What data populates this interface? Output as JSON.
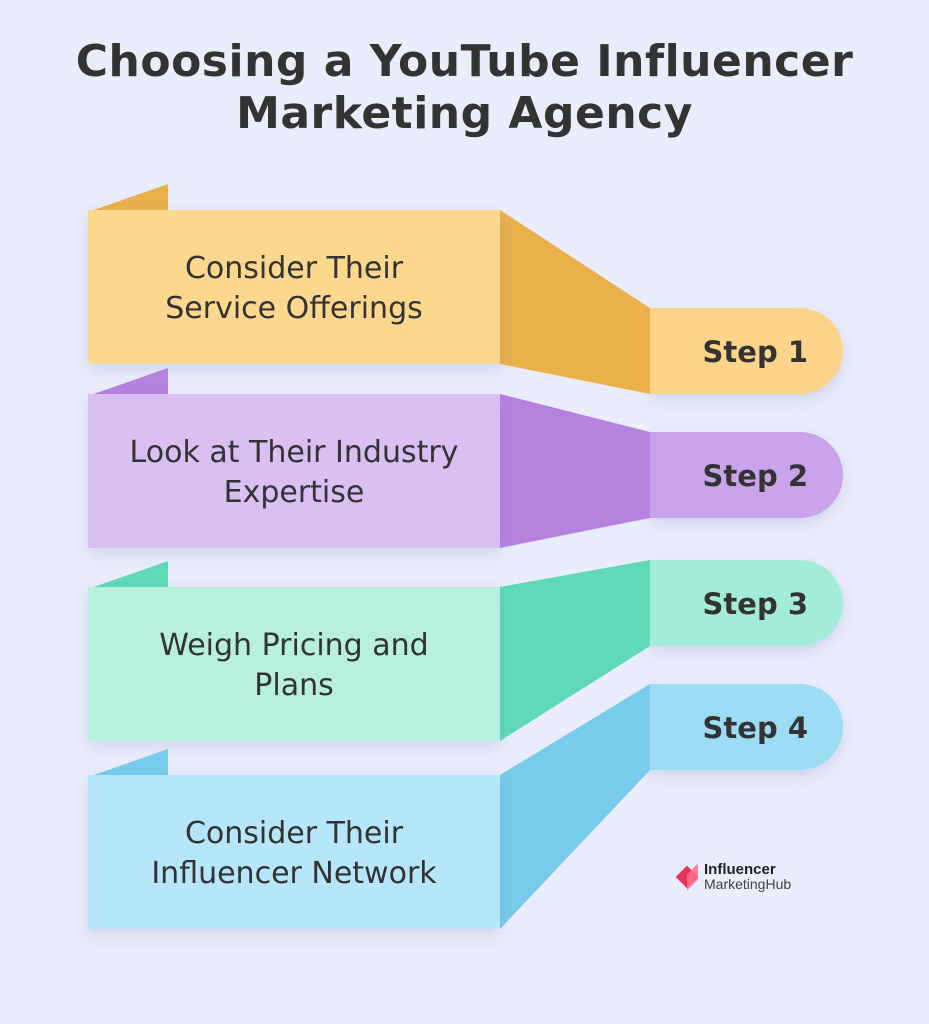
{
  "title": {
    "line1": "Choosing a YouTube Influencer",
    "line2": "Marketing Agency"
  },
  "steps": [
    {
      "label": "Step 1",
      "title_lines": [
        "Consider Their",
        "Service Offerings"
      ],
      "colors": {
        "front": "#fcd88f",
        "dark": "#eab04c",
        "tab": "#fcd58a"
      }
    },
    {
      "label": "Step 2",
      "title_lines": [
        "Look at Their Industry",
        "Expertise"
      ],
      "colors": {
        "front": "#d9bff2",
        "dark": "#b682df",
        "tab": "#c9a3ec"
      }
    },
    {
      "label": "Step 3",
      "title_lines": [
        "Weigh Pricing and",
        "Plans"
      ],
      "colors": {
        "front": "#b8f0e0",
        "dark": "#5fd9b8",
        "tab": "#a3edd8"
      }
    },
    {
      "label": "Step 4",
      "title_lines": [
        "Consider Their",
        "Influencer Network"
      ],
      "colors": {
        "front": "#b5e6f9",
        "dark": "#78cbea",
        "tab": "#9ddcf5"
      }
    }
  ],
  "logo": {
    "line1": "Influencer",
    "line2": "MarketingHub",
    "accent": "#e8345d"
  }
}
